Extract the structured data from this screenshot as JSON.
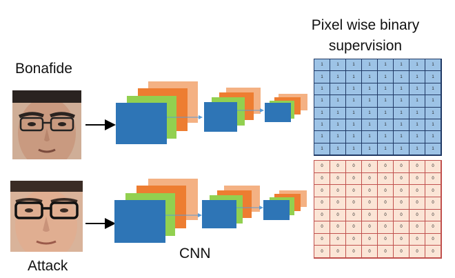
{
  "labels": {
    "bonafide": "Bonafide",
    "attack": "Attack",
    "cnn": "CNN",
    "pixel_supervision": "Pixel wise binary supervision"
  },
  "grids": {
    "bonafide_value": "1",
    "attack_value": "0",
    "rows": 8,
    "cols": 8
  },
  "colors": {
    "blue": "#2e75b6",
    "green": "#92d050",
    "orange": "#ed7d31",
    "peach": "#f4b183",
    "grid_blue": "#9dc3e6",
    "grid_red": "#fbe5d6"
  }
}
